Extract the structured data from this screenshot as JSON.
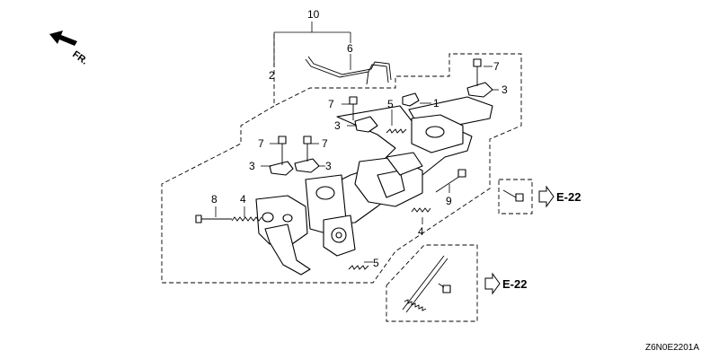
{
  "direction_label": "FR.",
  "callouts": {
    "c10": "10",
    "c6": "6",
    "c2": "2",
    "c1": "1",
    "c5a": "5",
    "c5b": "5",
    "c3a": "3",
    "c3b": "3",
    "c3c": "3",
    "c3d": "3",
    "c7a": "7",
    "c7b": "7",
    "c7c": "7",
    "c7d": "7",
    "c8": "8",
    "c4a": "4",
    "c4b": "4",
    "c9": "9"
  },
  "references": {
    "ref_upper": "E-22",
    "ref_lower": "E-22"
  },
  "diagram_code": "Z6N0E2201A"
}
